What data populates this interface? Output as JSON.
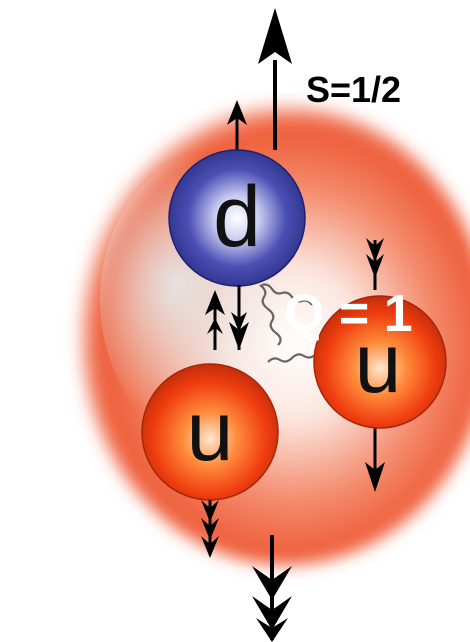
{
  "diagram": {
    "spin_label": "S=1/2",
    "charge_label": "Q = 1",
    "quarks": [
      {
        "flavor": "d",
        "color": "#3a3fa6"
      },
      {
        "flavor": "u",
        "color": "#ee3b0e"
      },
      {
        "flavor": "u",
        "color": "#ee3b0e"
      }
    ],
    "proton_color": "#f2542d",
    "arrow_color": "#111111"
  }
}
